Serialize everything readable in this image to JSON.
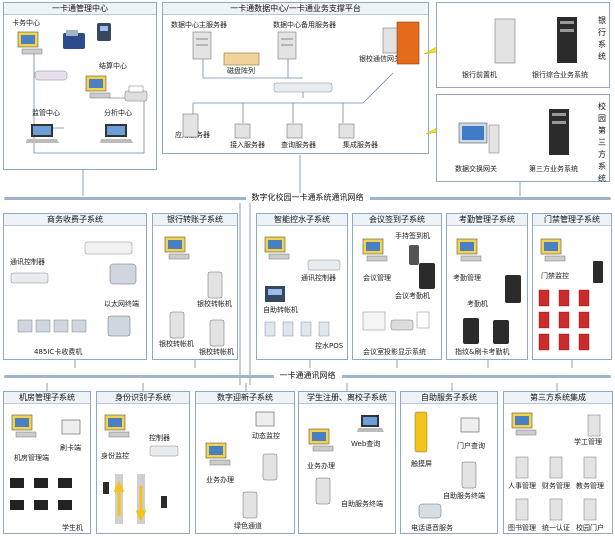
{
  "top": {
    "card_center": {
      "title": "一卡通管理中心",
      "labels": [
        "卡务中心",
        "结算中心",
        "监管中心",
        "分析中心"
      ]
    },
    "platform": {
      "title": "一卡通数据中心/一卡通业务支撑平台",
      "labels": [
        "数据中心主服务器",
        "数据中心备用服务器",
        "磁盘阵列",
        "银校通信网关",
        "应用服务器",
        "接入服务器",
        "查询服务器",
        "集成服务器"
      ]
    },
    "bank_system": {
      "title": "银行系统",
      "labels": [
        "银行前置机",
        "银行综合业务系统"
      ]
    },
    "campus_third": {
      "title": "校园第三方系统",
      "labels": [
        "数据交换网关",
        "第三方业务系统"
      ]
    }
  },
  "network_top": "数字化校园一卡通系统通讯网络",
  "network_bottom": "一卡通通讯网络",
  "middle": {
    "commerce": {
      "title": "商务收费子系统",
      "labels": [
        "通讯控制器",
        "以太网终端",
        "485IC卡收费机"
      ]
    },
    "bank_transfer": {
      "title": "银行转账子系统",
      "labels": [
        "银校转帐机",
        "银校转帐机",
        "银校转帐机"
      ]
    },
    "water": {
      "title": "智能控水子系统",
      "labels": [
        "通讯控制器",
        "自助转帐机",
        "控水POS"
      ]
    },
    "meeting": {
      "title": "会议签到子系统",
      "labels": [
        "手持签到机",
        "会议管理",
        "会议考勤机",
        "会议室投影显示系统"
      ]
    },
    "attendance": {
      "title": "考勤管理子系统",
      "labels": [
        "考勤管理",
        "考勤机",
        "指纹&刷卡考勤机"
      ]
    },
    "door": {
      "title": "门禁管理子系统",
      "labels": [
        "门禁监控"
      ]
    }
  },
  "bottom": {
    "machine_room": {
      "title": "机房管理子系统",
      "labels": [
        "机房管理端",
        "刷卡端",
        "学生机"
      ]
    },
    "identity": {
      "title": "身份识别子系统",
      "labels": [
        "控制器",
        "身份监控"
      ]
    },
    "welcome": {
      "title": "数字迎新子系统",
      "labels": [
        "动态监控",
        "业务办理",
        "绿色通道"
      ]
    },
    "registration": {
      "title": "学生注册、离校子系统",
      "labels": [
        "Web查询",
        "业务办理",
        "自助服务终端"
      ]
    },
    "selfservice": {
      "title": "自助服务子系统",
      "labels": [
        "门户查询",
        "触摸屏",
        "自助服务终端",
        "电话语音服务"
      ]
    },
    "third_party": {
      "title": "第三方系统集成",
      "labels": [
        "学工管理",
        "人事管理",
        "财务管理",
        "教务管理",
        "图书管理",
        "统一认证",
        "校园门户"
      ]
    }
  },
  "colors": {
    "panel_border": "#8fa9c4",
    "title_bg": "#eef3f8",
    "network_bar": "#9fb4c9",
    "monitor": "#f3d24c",
    "server": "#d9d9d9",
    "firewall": "#e46a1c",
    "lightning": "#f5e61c",
    "door_red": "#cc2b2b"
  }
}
